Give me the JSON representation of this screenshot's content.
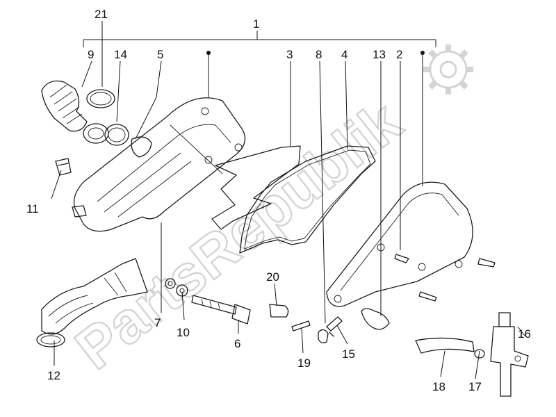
{
  "watermark": "PartsRepublik",
  "callouts": {
    "c1": "1",
    "c2": "2",
    "c3": "3",
    "c4": "4",
    "c5": "5",
    "c6": "6",
    "c7": "7",
    "c8": "8",
    "c9": "9",
    "c10": "10",
    "c11": "11",
    "c12": "12",
    "c13": "13",
    "c14": "14",
    "c15": "15",
    "c16": "16",
    "c17": "17",
    "c18": "18",
    "c19": "19",
    "c20": "20",
    "c21": "21"
  },
  "icons": {
    "watermark_logo": "gear-icon"
  }
}
